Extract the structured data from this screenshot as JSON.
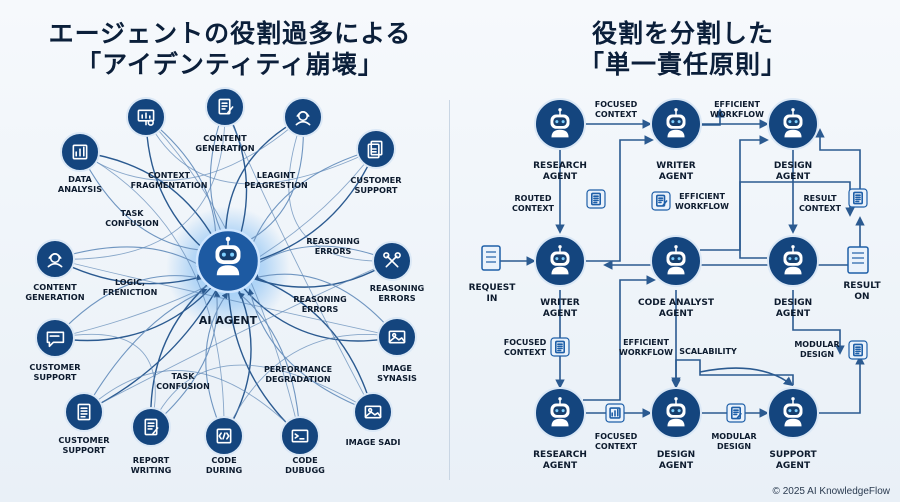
{
  "left": {
    "title_line1": "エージェントの役割過多による",
    "title_line2": "「アイデンティティ崩壊」",
    "center_label": "AI AGENT",
    "nodes": [
      {
        "label": [
          "DATA",
          "ANALYSIS"
        ],
        "icon": "bar-chart-icon"
      },
      {
        "label": [],
        "icon": "presentation-chart-icon"
      },
      {
        "label": [
          "CONTENT",
          "GENERATION"
        ],
        "icon": "document-pen-icon"
      },
      {
        "label": [],
        "icon": "headset-icon"
      },
      {
        "label": [
          "CUSTOMER",
          "SUPPORT"
        ],
        "icon": "documents-icon"
      },
      {
        "label": [
          "CONTENT",
          "GENERATION"
        ],
        "icon": "headset-icon"
      },
      {
        "label": [
          "REASONING",
          "ERRORS"
        ],
        "icon": "tools-icon"
      },
      {
        "label": [
          "CUSTOMER",
          "SUPPORT"
        ],
        "icon": "chat-bubble-icon"
      },
      {
        "label": [
          "IMAGE",
          "SYNASIS"
        ],
        "icon": "image-icon"
      },
      {
        "label": [
          "CUSTOMER",
          "SUPPORT"
        ],
        "icon": "document-icon"
      },
      {
        "label": [
          "REPORT",
          "WRITING"
        ],
        "icon": "report-icon"
      },
      {
        "label": [
          "CODE",
          "DURING"
        ],
        "icon": "code-icon"
      },
      {
        "label": [
          "CODE",
          "DUBUGG"
        ],
        "icon": "terminal-icon"
      },
      {
        "label": [
          "IMAGE SADI"
        ],
        "icon": "image-icon"
      }
    ],
    "errors": [
      [
        "CONTEXT",
        "FRAGMENTATION"
      ],
      [
        "LEAGINT",
        "PEAGRESTION"
      ],
      [
        "TASK",
        "CONFUSION"
      ],
      [
        "REASONING",
        "ERRORS"
      ],
      [
        "LOGIC,",
        "FRENICTION"
      ],
      [
        "REASONING",
        "ERRORS"
      ],
      [
        "TASK",
        "CONFUSION"
      ],
      [
        "PERFORMANCE",
        "DEGRADATION"
      ]
    ]
  },
  "right": {
    "title_line1": "役割を分割した",
    "title_line2": "「単一責任原則」",
    "agents": [
      [
        "RESEARCH",
        "AGENT"
      ],
      [
        "WRITER",
        "AGENT"
      ],
      [
        "DESIGN",
        "AGENT"
      ],
      [
        "WRITER",
        "AGENT"
      ],
      [
        "CODE ANALYST",
        "AGENT"
      ],
      [
        "DESIGN",
        "AGENT"
      ],
      [
        "RESEARCH",
        "AGENT"
      ],
      [
        "DESIGN",
        "AGENT"
      ],
      [
        "SUPPORT",
        "AGENT"
      ]
    ],
    "edge_labels": [
      [
        "FOCUSED",
        "CONTEXT"
      ],
      [
        "EFFICIENT",
        "WORKFLOW"
      ],
      [
        "ROUTED",
        "CONTEXT"
      ],
      [
        "EFFICIENT",
        "WORKFLOW"
      ],
      [
        "RESULT",
        "CONTEXT"
      ],
      [
        "FOCUSED",
        "CONTEXT"
      ],
      [
        "EFFICIENT",
        "WORKFLOW"
      ],
      [
        "SCALABILITY"
      ],
      [
        "MODULAR",
        "DESIGN"
      ],
      [
        "FOCUSED",
        "CONTEXT"
      ],
      [
        "MODULAR",
        "DESIGN"
      ]
    ],
    "request_label": [
      "REQUEST",
      "IN"
    ],
    "result_label": [
      "RESULT",
      "ON"
    ]
  },
  "copyright": "© 2025 AI KnowledgeFlow",
  "colors": {
    "navy": "#14457e",
    "icon_blue": "#1e5fa8",
    "line": "#2b5a90",
    "text": "#0d1b2e",
    "bg": "#eef3f8"
  }
}
